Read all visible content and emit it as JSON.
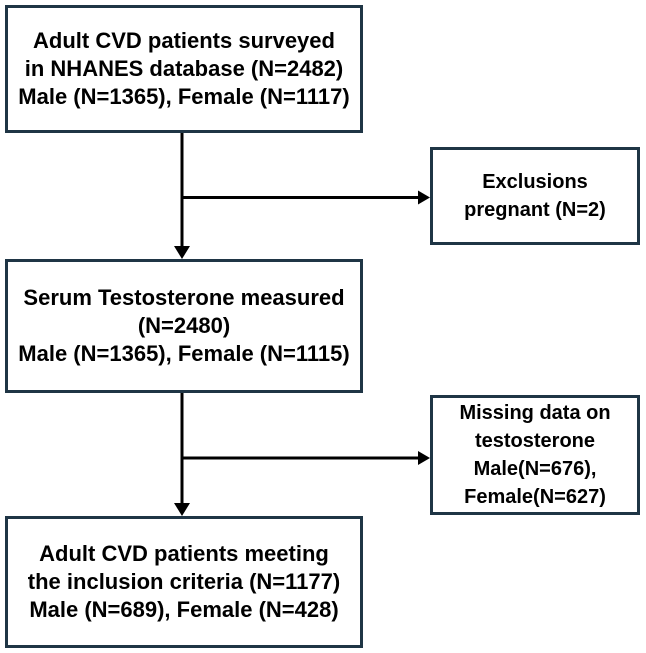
{
  "colors": {
    "box_border": "#1f3545",
    "arrow": "#000000",
    "text": "#000000",
    "background": "#ffffff"
  },
  "boxes": {
    "surveyed": {
      "lines": [
        "Adult CVD patients surveyed",
        "in NHANES database (N=2482)",
        "Male (N=1365), Female (N=1117)"
      ]
    },
    "exclusions": {
      "lines": [
        "Exclusions",
        "pregnant (N=2)"
      ]
    },
    "measured": {
      "lines": [
        "Serum Testosterone measured",
        "(N=2480)",
        "Male (N=1365), Female (N=1115)"
      ]
    },
    "missing": {
      "lines": [
        "Missing data on",
        "testosterone",
        "Male(N=676),",
        "Female(N=627)"
      ]
    },
    "inclusion": {
      "lines": [
        "Adult CVD patients meeting",
        "the inclusion criteria (N=1177)",
        "Male (N=689), Female (N=428)"
      ]
    }
  }
}
